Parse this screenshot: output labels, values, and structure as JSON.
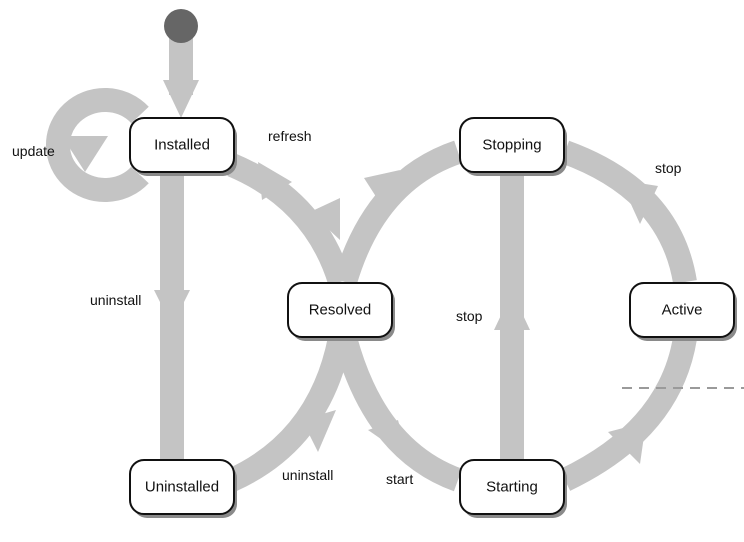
{
  "colors": {
    "arrow": "#c4c4c4",
    "initial_node": "#666666",
    "state_border": "#111111",
    "state_fill": "#ffffff",
    "dashed_line": "#9a9a9a"
  },
  "states": {
    "installed": "Installed",
    "resolved": "Resolved",
    "uninstalled": "Uninstalled",
    "stopping": "Stopping",
    "active": "Active",
    "starting": "Starting"
  },
  "transitions": {
    "update": "update",
    "refresh": "refresh",
    "uninstall_left": "uninstall",
    "uninstall_bottom": "uninstall",
    "start": "start",
    "stop_middle": "stop",
    "stop_right": "stop"
  }
}
